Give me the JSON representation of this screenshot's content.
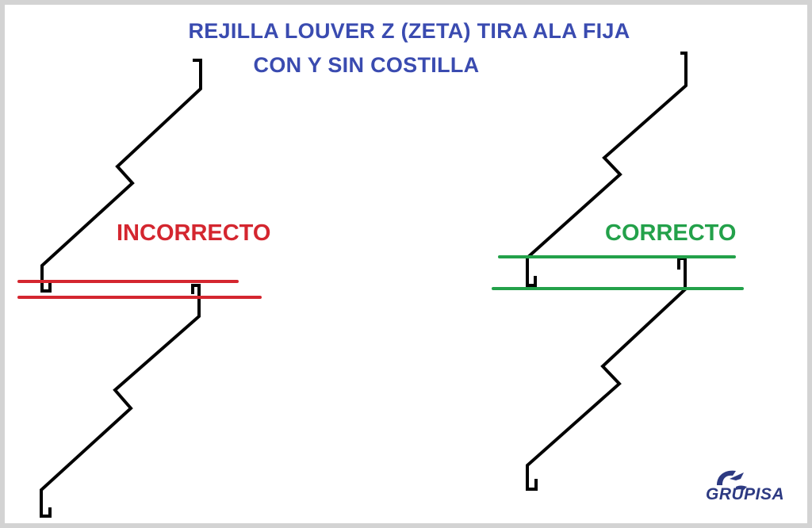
{
  "title": {
    "line1": "REJILLA LOUVER Z (ZETA) TIRA ALA FIJA",
    "line2": "CON Y SIN COSTILLA",
    "color": "#3a4bb0"
  },
  "labels": {
    "incorrect": "INCORRECTO",
    "correct": "CORRECTO",
    "incorrect_color": "#d4262f",
    "correct_color": "#23a14a"
  },
  "diagram": {
    "profile_color": "#000000",
    "incorrect_line_color": "#d4262f",
    "correct_line_color": "#23a14a"
  },
  "logo": {
    "text": "GRUPISA",
    "color": "#2d3a82",
    "icon": "grupisa-logo-mark"
  }
}
